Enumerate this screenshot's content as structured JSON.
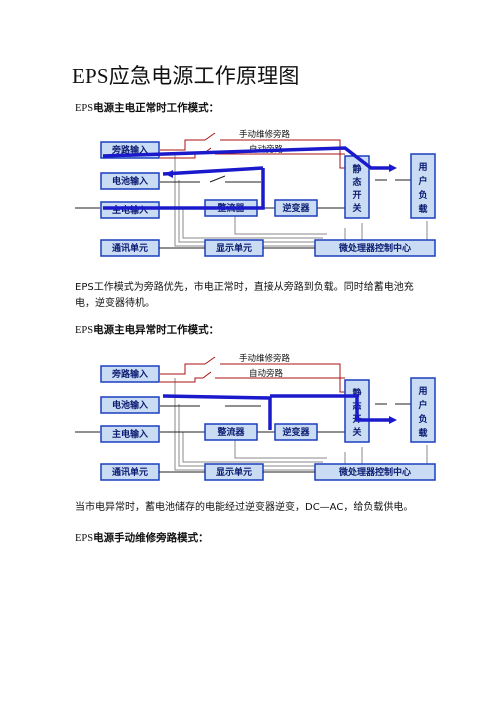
{
  "document": {
    "title": "EPS应急电源工作原理图",
    "section1": {
      "heading_prefix": "EPS",
      "heading": "电源主电正常时工作模式：",
      "para_line1": "EPS工作模式为旁路优先，市电正常时，直接从旁路到负载。同时给蓄电池充",
      "para_line2": "电，逆变器待机。"
    },
    "section2": {
      "heading_prefix": "EPS",
      "heading": "电源主电异常时工作模式：",
      "para_line1": "当市电异常时，蓄电池储存的电能经过逆变器逆变，DC—AC，给负载供电。"
    },
    "section3": {
      "heading_prefix": "EPS",
      "heading": "电源手动维修旁路模式："
    }
  },
  "diagram_labels": {
    "bypass_input": "旁路输入",
    "battery_input": "电池输入",
    "main_input": "主电输入",
    "rectifier": "整流器",
    "inverter": "逆变器",
    "static_switch_1": "静",
    "static_switch_2": "态",
    "static_switch_3": "开",
    "static_switch_4": "关",
    "load_1": "用",
    "load_2": "户",
    "load_3": "负",
    "load_4": "载",
    "comm_unit": "通讯单元",
    "display_unit": "显示单元",
    "mcu_control_center": "微处理器控制中心",
    "manual_bypass": "手动维修旁路",
    "auto_bypass": "自动旁路"
  },
  "colors": {
    "block_fill": "#c9dcf4",
    "block_border": "#1b3fbf",
    "flow_line": "#1a1acc",
    "bus_line": "#888888",
    "switch_line": "#a11"
  }
}
